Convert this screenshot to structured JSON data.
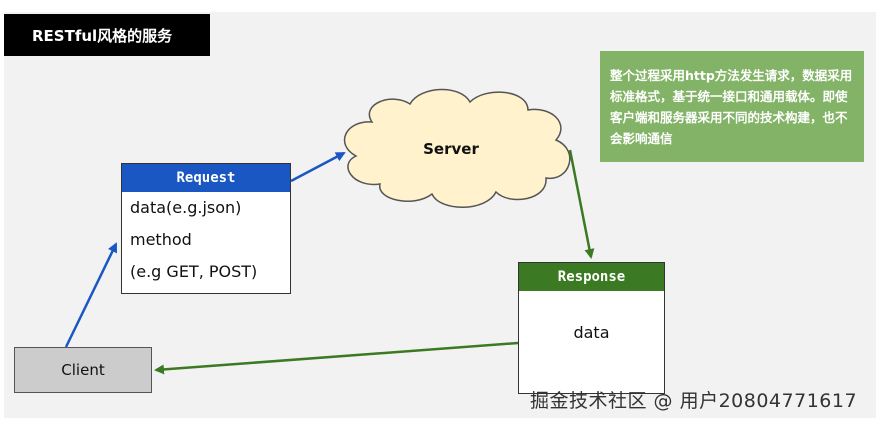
{
  "diagram": {
    "title": "RESTful风格的服务",
    "note": "整个过程采用http方法发生请求，数据采用标准格式，基于统一接口和通用载体。即使客户端和服务器采用不同的技术构建，也不会影响通信",
    "request": {
      "header": "Request",
      "fields": [
        "data(e.g.json)",
        "method",
        "(e.g GET, POST)"
      ]
    },
    "server": {
      "label": "Server"
    },
    "response": {
      "header": "Response",
      "body": "data"
    },
    "client": {
      "label": "Client"
    }
  },
  "colors": {
    "request_header": "#1a57c2",
    "response_header": "#3b7a23",
    "note_bg": "#82b366",
    "cloud_fill": "#fff2cc",
    "blue_arrow": "#1a57c2",
    "green_arrow": "#3b7a23"
  },
  "watermark": "掘金技术社区 @ 用户2080477161​7"
}
